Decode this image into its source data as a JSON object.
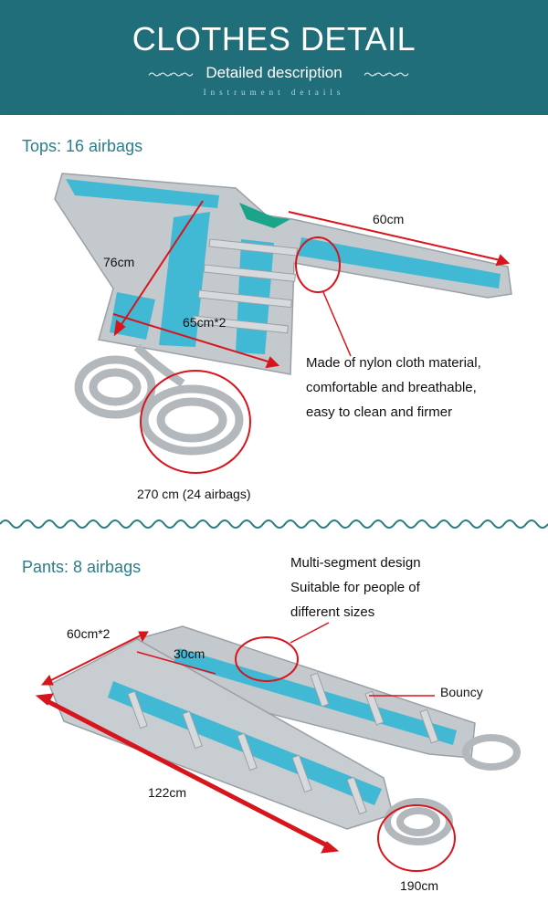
{
  "header": {
    "title": "CLOTHES DETAIL",
    "subtitle": "Detailed description",
    "tagline": "Instrument details"
  },
  "tops": {
    "title": "Tops: 16 airbags",
    "dim_width": "60cm",
    "dim_length": "76cm",
    "dim_chest": "65cm*2",
    "material_note": [
      "Made of nylon cloth material,",
      "comfortable and breathable,",
      "easy to clean and firmer"
    ],
    "hose": "270 cm (24 airbags)"
  },
  "pants": {
    "title": "Pants: 8 airbags",
    "feature_note": [
      "Multi-segment design",
      "Suitable for people of",
      "different sizes"
    ],
    "dim_waist": "60cm*2",
    "dim_segment": "30cm",
    "bouncy": "Bouncy",
    "dim_length": "122cm",
    "hose": "190cm"
  },
  "colors": {
    "header_bg": "#1f6e7a",
    "accent_text": "#2b7d8a",
    "marker_red": "#d8141c",
    "fabric_gray": "#c4c9cd",
    "airbag_blue": "#41b8d4"
  }
}
